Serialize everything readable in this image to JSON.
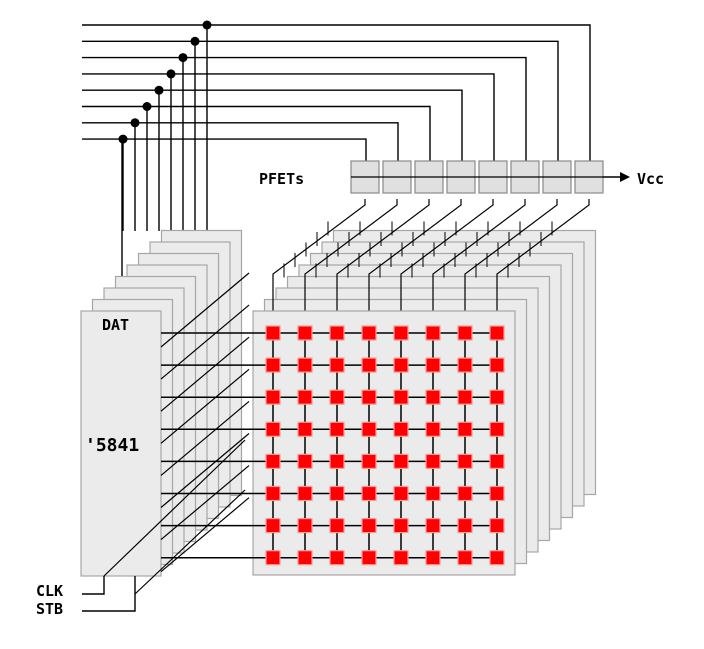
{
  "labels": {
    "pfets": "PFETs",
    "vcc": "Vcc",
    "dat": "DAT",
    "chip": "'5841",
    "clk": "CLK",
    "stb": "STB"
  },
  "structure": {
    "rows": 8,
    "columns": 8,
    "driver_layers": 8,
    "matrix_layers": 8,
    "pfet_count": 8
  },
  "colors": {
    "panel_fill": "#ebebeb",
    "panel_stroke": "#a6a6a6",
    "led_fill": "#ff0000",
    "led_stroke": "#ff9a9a",
    "wire": "#000000"
  }
}
